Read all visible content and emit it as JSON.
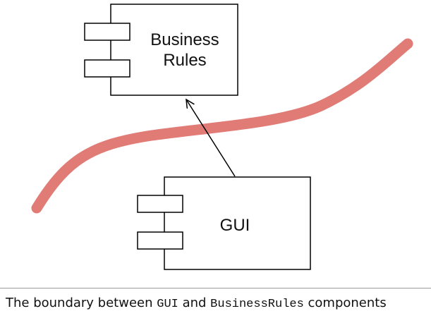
{
  "components": {
    "business_rules": {
      "line1": "Business",
      "line2": "Rules"
    },
    "gui": {
      "label": "GUI"
    }
  },
  "boundary": {
    "color": "#e07b76"
  },
  "caption": {
    "prefix": "The boundary between ",
    "code1": "GUI",
    "middle": " and ",
    "code2": "BusinessRules",
    "suffix": " components"
  }
}
